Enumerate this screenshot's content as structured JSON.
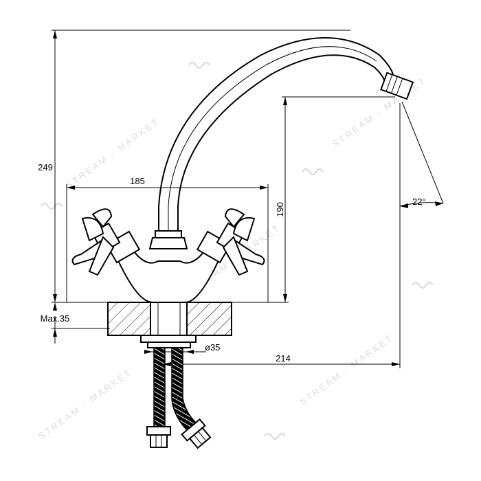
{
  "dimensions": {
    "height_total": "249",
    "width_handles": "185",
    "spout_height": "190",
    "max_thickness": "Max.35",
    "hole_diameter": "ø35",
    "spout_reach": "214",
    "spout_angle": "22°"
  },
  "watermark": {
    "text": "STREAM - MARKET",
    "icon": "wave-logo-icon"
  },
  "colors": {
    "line": "#000000",
    "background": "#ffffff",
    "watermark": "#dcdcdc"
  }
}
